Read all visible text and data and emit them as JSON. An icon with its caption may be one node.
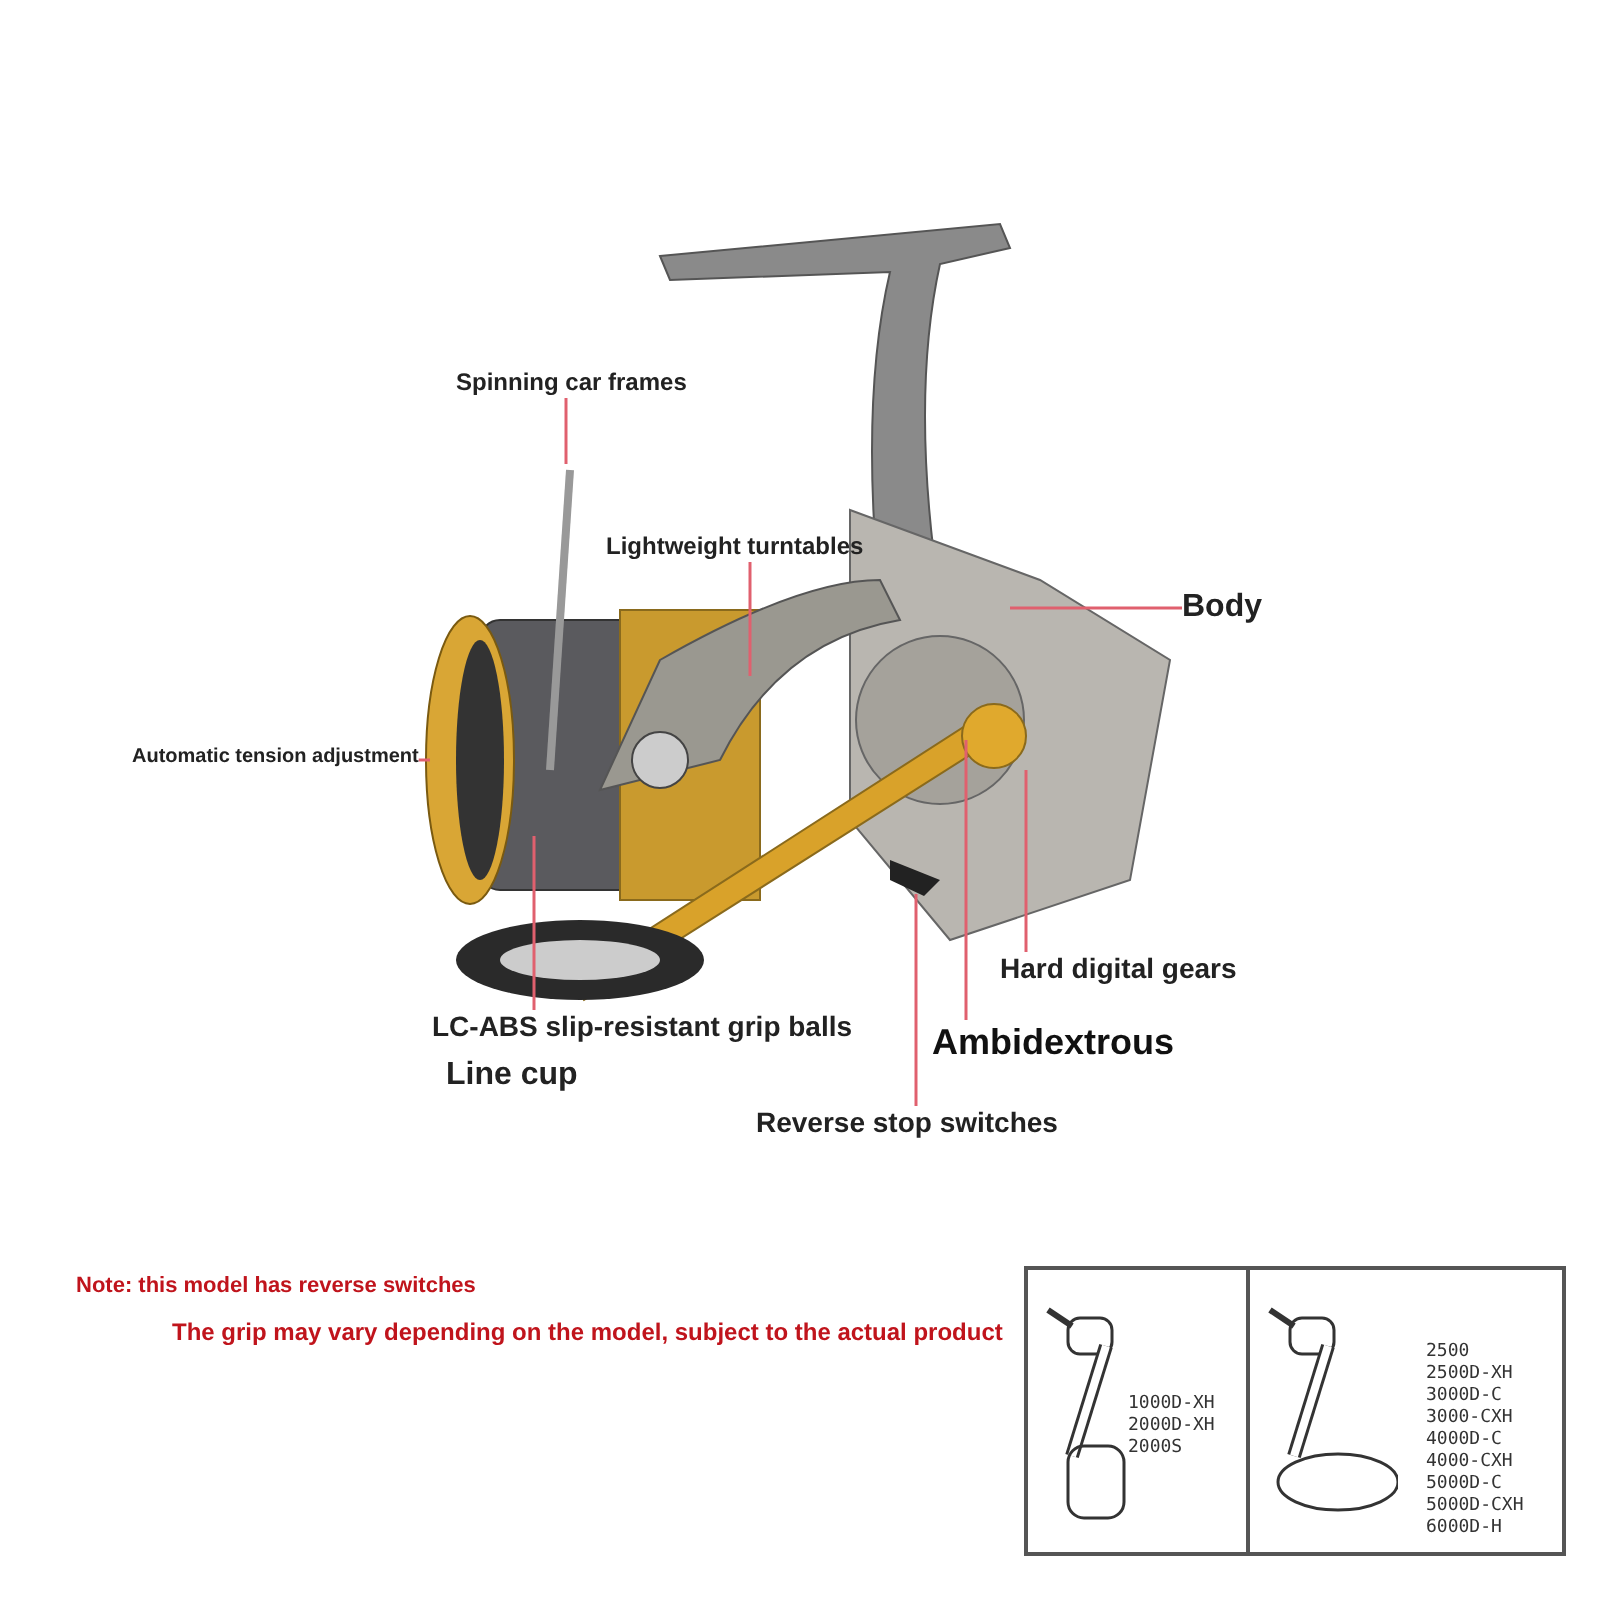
{
  "diagram": {
    "nodes": [
      {
        "text": [
          "Spinning car frames"
        ]
      },
      {
        "text": [
          "Lightweight turntables"
        ]
      },
      {
        "text": [
          "Body"
        ]
      },
      {
        "text": [
          "Automatic tension adjustment"
        ]
      },
      {
        "text": [
          "LC-ABS slip-resistant grip balls"
        ]
      },
      {
        "text": [
          "Line cup"
        ]
      },
      {
        "text": [
          "Hard digital gears"
        ]
      },
      {
        "text": [
          "Ambidextrous"
        ]
      },
      {
        "text": [
          "Reverse stop switches"
        ]
      },
      {
        "text": [
          "1000D-XH",
          "2000D-XH",
          "2000S"
        ]
      },
      {
        "text": [
          "2500",
          "2500D-XH",
          "3000D-C",
          "3000-CXH",
          "4000D-C",
          "4000-CXH",
          "5000D-C",
          "5000D-CXH",
          "6000D-H"
        ]
      }
    ],
    "edges": [
      {
        "from": 0,
        "to": null,
        "arrow": "none"
      },
      {
        "from": 1,
        "to": null,
        "arrow": "none"
      },
      {
        "from": 2,
        "to": null,
        "arrow": "none"
      },
      {
        "from": 3,
        "to": null,
        "arrow": "none"
      },
      {
        "from": 4,
        "to": null,
        "arrow": "none"
      },
      {
        "from": 6,
        "to": null,
        "arrow": "none"
      },
      {
        "from": 7,
        "to": null,
        "arrow": "none"
      },
      {
        "from": 8,
        "to": null,
        "arrow": "none"
      }
    ],
    "labels": [
      "Note: this model has reverse switches",
      "The grip may vary depending on the model, subject to the actual product"
    ]
  }
}
